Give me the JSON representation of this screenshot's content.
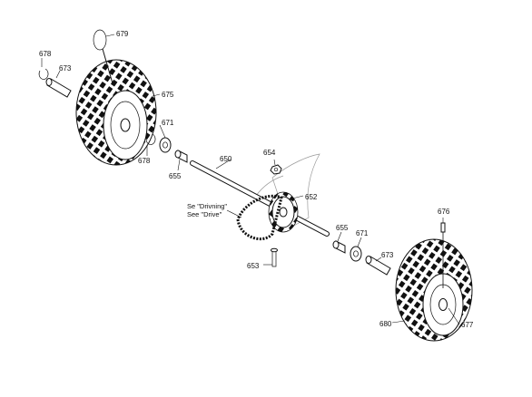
{
  "diagram": {
    "part_labels": [
      "679",
      "678",
      "673",
      "675",
      "671",
      "678",
      "655",
      "654",
      "650",
      "652",
      "676",
      "655",
      "671",
      "673",
      "653",
      "680",
      "677"
    ],
    "note": {
      "line1": "Se \"Drivning\"",
      "line2": "See \"Drive\""
    }
  }
}
